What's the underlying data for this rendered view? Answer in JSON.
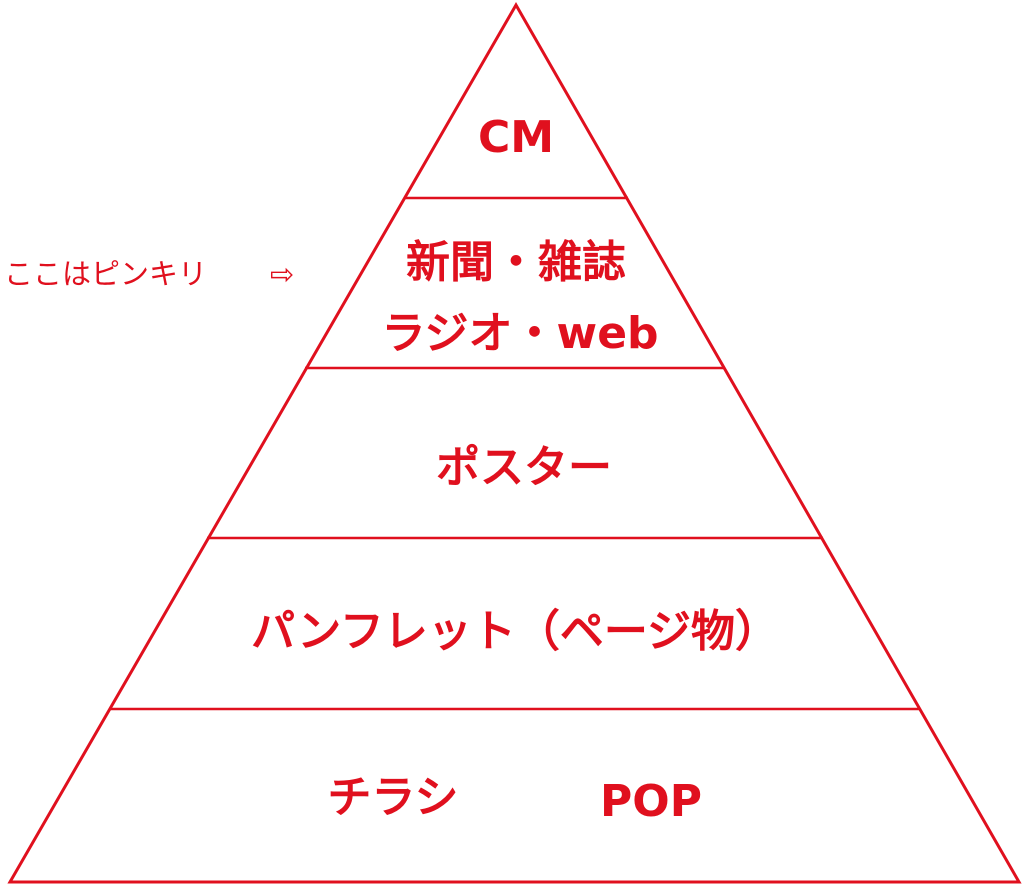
{
  "diagram": {
    "type": "pyramid",
    "color": "#e0101e",
    "tiers": [
      {
        "lines": [
          "CM"
        ]
      },
      {
        "lines": [
          "新聞・雑誌",
          "ラジオ・web"
        ]
      },
      {
        "lines": [
          "ポスター"
        ]
      },
      {
        "lines": [
          "パンフレット（ページ物）"
        ]
      },
      {
        "lines": [
          "チラシ",
          "POP"
        ]
      }
    ],
    "side_note": {
      "text": "ここはピンキリ",
      "arrow": "⇨"
    }
  }
}
